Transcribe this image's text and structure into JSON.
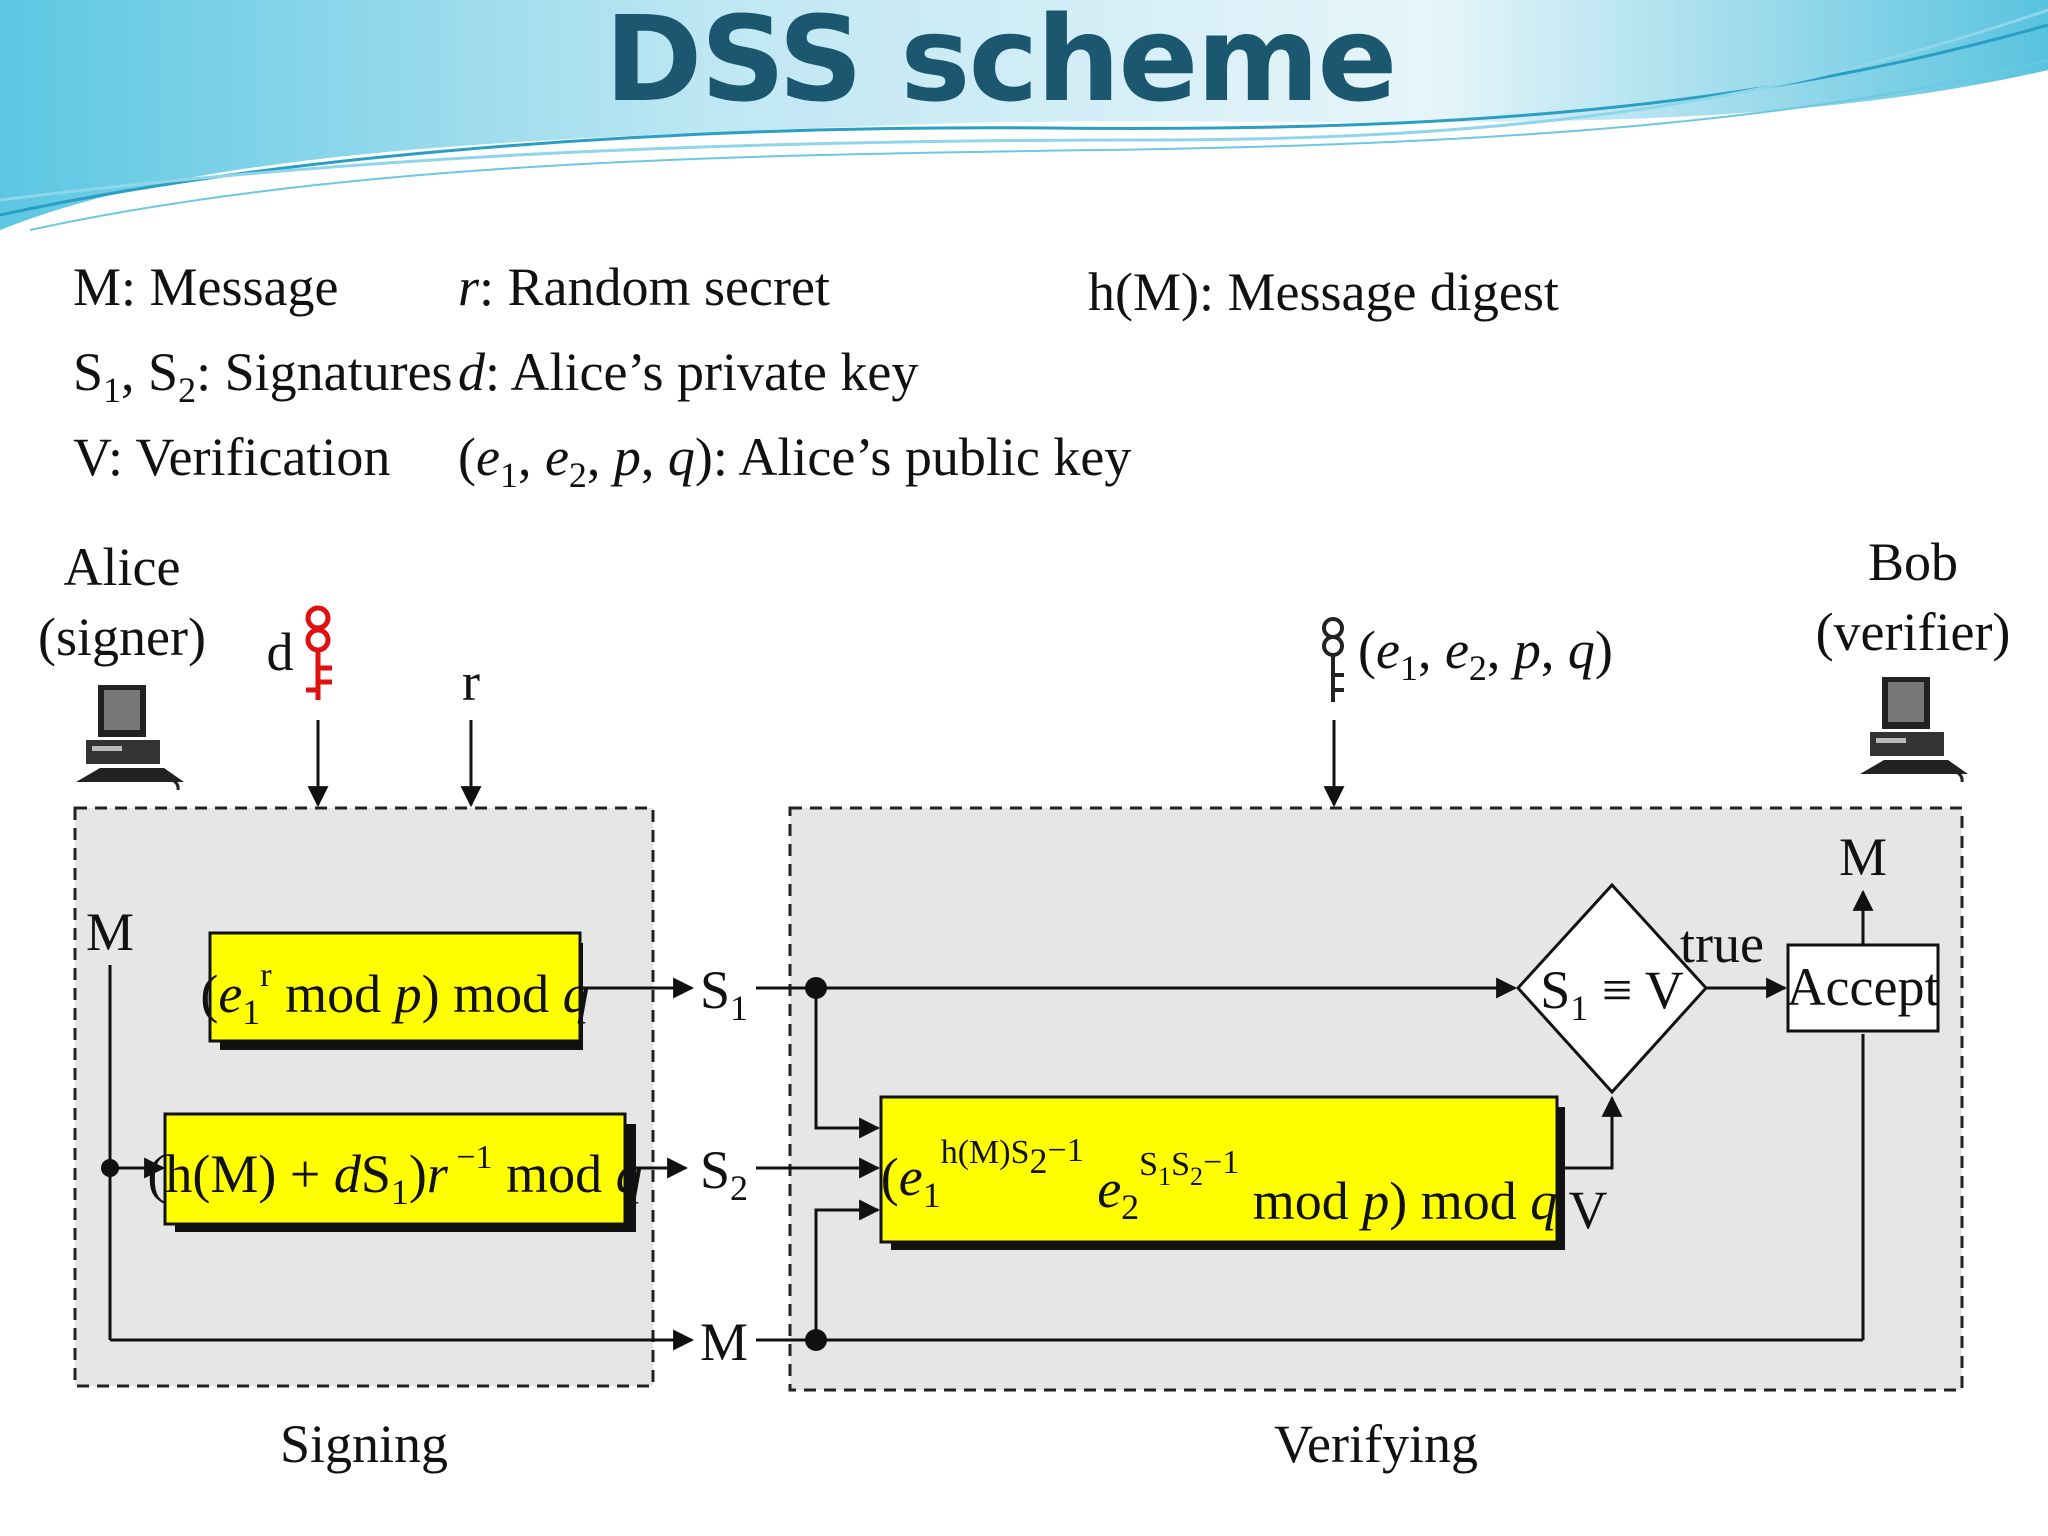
{
  "slide": {
    "title": "DSS scheme"
  },
  "legend": {
    "col1": [
      "M: Message",
      "S1, S2: Signatures",
      "V: Verification"
    ],
    "col2": [
      "r: Random secret",
      "d: Alice’s private key",
      "(e1, e2, p, q): Alice’s public key"
    ],
    "col3": [
      "h(M): Message digest"
    ]
  },
  "actors": {
    "alice_name": "Alice",
    "alice_role": "(signer)",
    "bob_name": "Bob",
    "bob_role": "(verifier)"
  },
  "inputs": {
    "private_key": "d",
    "random": "r",
    "public_key": "(e1, e2, p, q)"
  },
  "signing": {
    "label": "Signing",
    "message": "M",
    "box1": "(e1^r mod p) mod q",
    "box2": "(h(M) + dS1)r^−1 mod q"
  },
  "signals": {
    "s1": "S1",
    "s2": "S2",
    "m": "M"
  },
  "verifying": {
    "label": "Verifying",
    "box": "(e1^(h(M)S2^−1) e2^(S1S2^−1) mod p) mod q",
    "v_label": "V",
    "compare": "S1 ≡ V",
    "true_label": "true",
    "accept": "Accept",
    "output": "M"
  },
  "colors": {
    "box_fill": "#ffff00",
    "panel_fill": "#e6e6e6",
    "private_key_color": "#e01010",
    "title_color": "#1c5770"
  }
}
